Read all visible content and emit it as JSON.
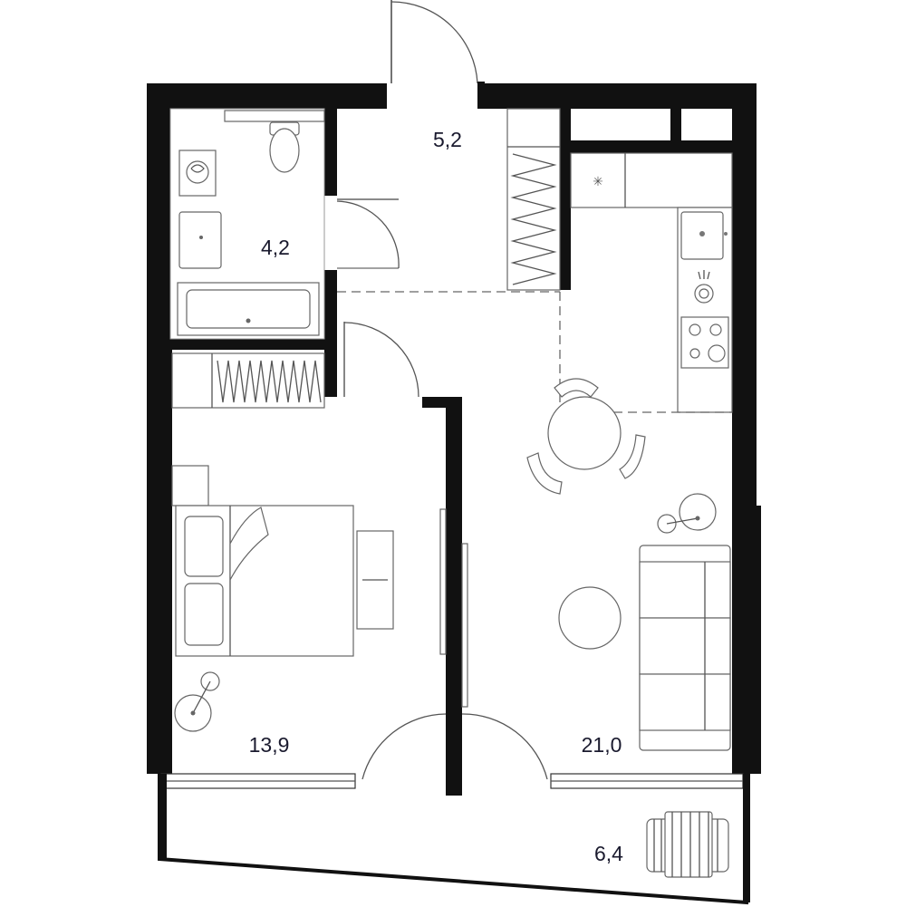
{
  "rooms": {
    "bathroom_area": "4,2",
    "hallway_area": "5,2",
    "bedroom_area": "13,9",
    "living_kitchen_area": "21,0",
    "balcony_area": "6,4"
  },
  "colors": {
    "wall": "#111111",
    "line": "#555555",
    "label": "#1a1a2e",
    "background": "#ffffff"
  },
  "icons": {
    "toilet": "toilet-icon",
    "washer": "washing-machine-icon",
    "bathtub": "bathtub-icon",
    "bed": "bed-icon",
    "sofa": "sofa-icon",
    "stove": "stove-icon",
    "fridge": "snowflake-icon",
    "lounger": "sun-lounger-icon"
  }
}
